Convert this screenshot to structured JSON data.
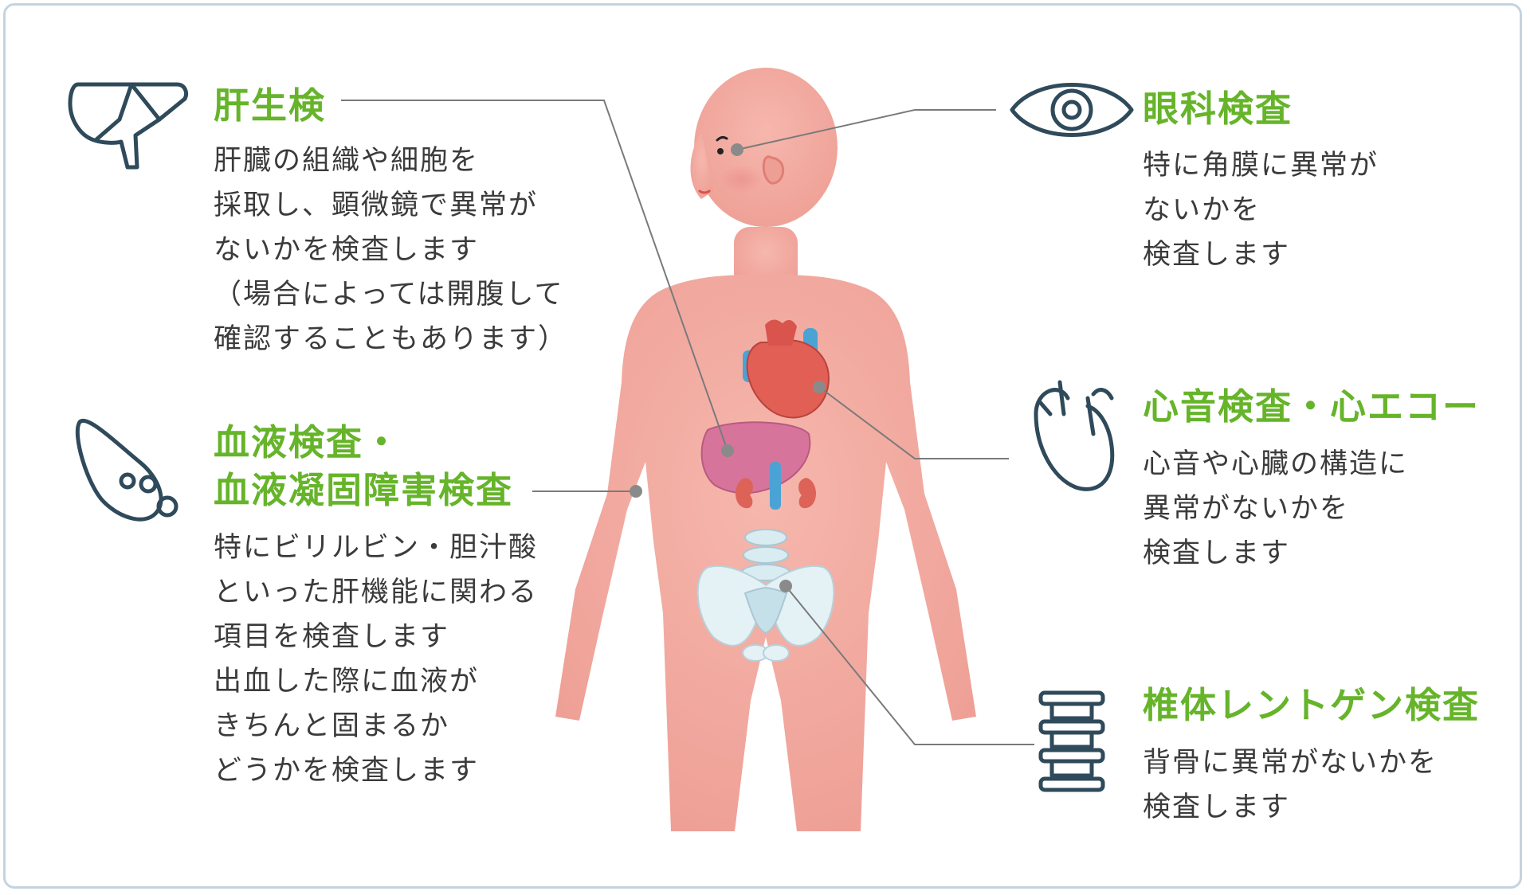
{
  "colors": {
    "accent_green": "#66b42a",
    "icon_stroke": "#2f4a5a",
    "body_skin": "#f2aaa1",
    "leader_line": "#7a7a7a",
    "frame_border": "#c6d3de"
  },
  "exams": [
    {
      "id": "liver-biopsy",
      "icon": "liver-icon",
      "title": "肝生検",
      "description": "肝臓の組織や細胞を\n採取し、顕微鏡で異常が\nないかを検査します\n（場合によっては開腹して\n確認することもあります）"
    },
    {
      "id": "blood-test",
      "icon": "blood-drop-icon",
      "title_line1": "血液検査・",
      "title_line2": "血液凝固障害検査",
      "description": "特にビリルビン・胆汁酸\nといった肝機能に関わる\n項目を検査します\n出血した際に血液が\nきちんと固まるか\nどうかを検査します"
    },
    {
      "id": "eye-exam",
      "icon": "eye-icon",
      "title": "眼科検査",
      "description": "特に角膜に異常が\nないかを\n検査します"
    },
    {
      "id": "heart-exam",
      "icon": "heart-icon",
      "title": "心音検査・心エコー",
      "description": "心音や心臓の構造に\n異常がないかを\n検査します"
    },
    {
      "id": "spine-xray",
      "icon": "spine-icon",
      "title": "椎体レントゲン検査",
      "description": "背骨に異常がないかを\n検査します"
    }
  ]
}
